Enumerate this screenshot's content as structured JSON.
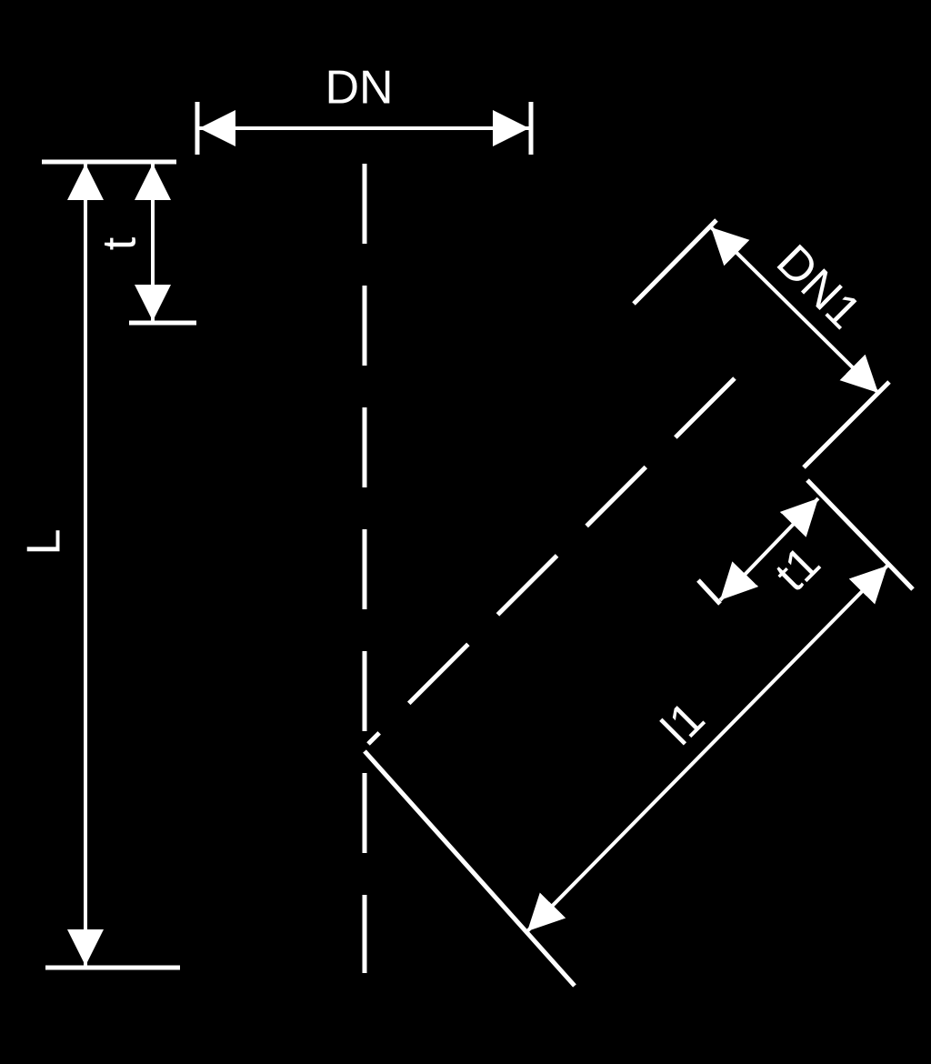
{
  "diagram": {
    "background": "#000000",
    "stroke": "#ffffff",
    "labels": {
      "dn": "DN",
      "dn1": "DN1",
      "l": "L",
      "t": "t",
      "t1": "t1",
      "l1": "l1"
    }
  }
}
